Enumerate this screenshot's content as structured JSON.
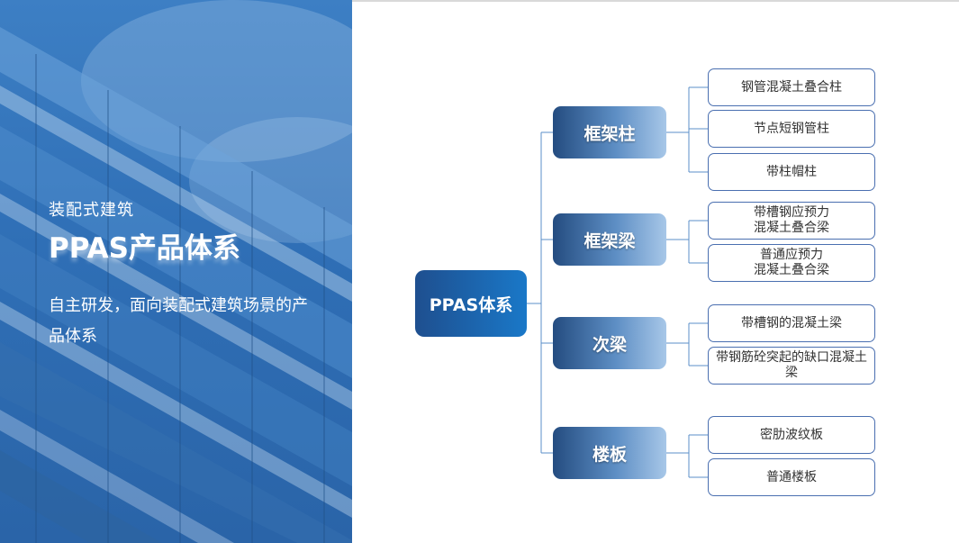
{
  "hero": {
    "subtitle": "装配式建筑",
    "title": "PPAS产品体系",
    "description": "自主研发，面向装配式建筑场景的产品体系"
  },
  "colors": {
    "hero_blue": "#2f6fb6",
    "root_blue": "#1a78c8",
    "leaf_border": "#4a6fb0",
    "connector": "#5b8fc8"
  },
  "mindmap": {
    "root": "PPAS体系",
    "categories": [
      {
        "label": "框架柱",
        "items": [
          "钢管混凝土叠合柱",
          "节点短钢管柱",
          "带柱帽柱"
        ]
      },
      {
        "label": "框架梁",
        "items": [
          "带槽钢应预力\n混凝土叠合梁",
          "普通应预力\n混凝土叠合梁"
        ]
      },
      {
        "label": "次梁",
        "items": [
          "带槽钢的混凝土梁",
          "带钢筋砼突起的缺口混凝土梁"
        ]
      },
      {
        "label": "楼板",
        "items": [
          "密肋波纹板",
          "普通楼板"
        ]
      }
    ]
  }
}
